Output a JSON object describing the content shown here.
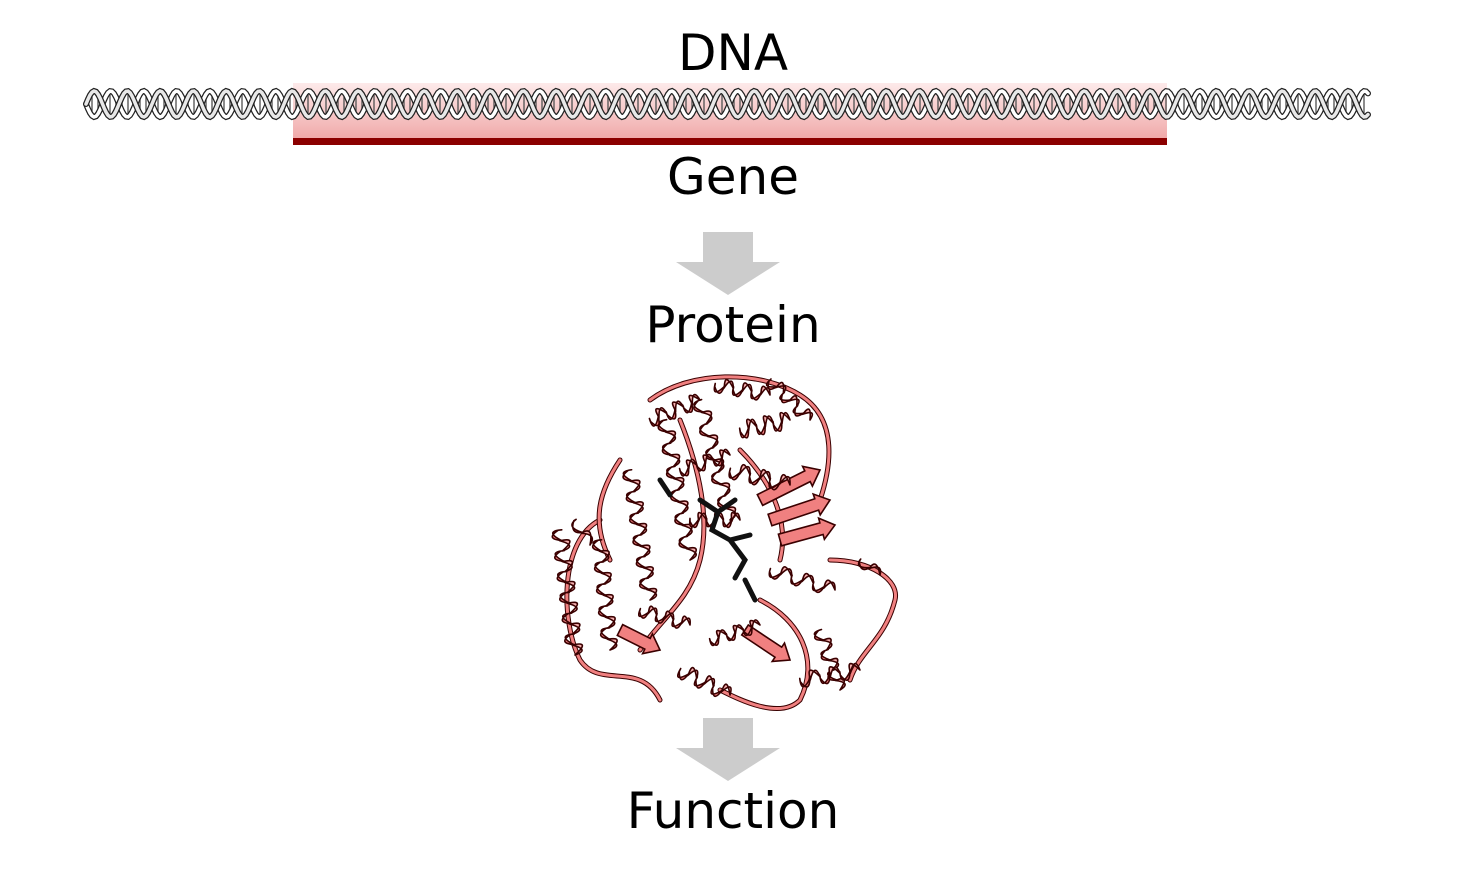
{
  "diagram": {
    "labels": {
      "dna": "DNA",
      "gene": "Gene",
      "protein": "Protein",
      "function": "Function"
    },
    "colors": {
      "gene_bar": "#8b0000",
      "gene_highlight": "#f4b3b3",
      "protein_fill": "#f08080",
      "protein_outline": "#3a0000",
      "arrow": "#cccccc",
      "dna_strand": "#9a9a9a"
    },
    "icons": {
      "dna": "dna-helix-icon",
      "protein": "protein-ribbon-icon",
      "arrow": "down-arrow-icon"
    }
  }
}
